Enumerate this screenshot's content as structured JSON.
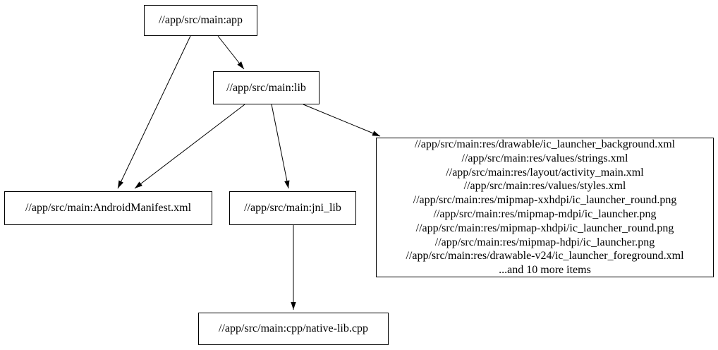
{
  "diagram": {
    "kind": "build-dependency-graph",
    "colors": {
      "background": "#ffffff",
      "node_border": "#000000",
      "edge": "#000000",
      "text": "#000000"
    },
    "nodes": {
      "app": {
        "label": "//app/src/main:app"
      },
      "lib": {
        "label": "//app/src/main:lib"
      },
      "manifest": {
        "label": "//app/src/main:AndroidManifest.xml"
      },
      "jni_lib": {
        "label": "//app/src/main:jni_lib"
      },
      "native_lib": {
        "label": "//app/src/main:cpp/native-lib.cpp"
      },
      "res_group": {
        "lines": [
          "//app/src/main:res/drawable/ic_launcher_background.xml",
          "//app/src/main:res/values/strings.xml",
          "//app/src/main:res/layout/activity_main.xml",
          "//app/src/main:res/values/styles.xml",
          "//app/src/main:res/mipmap-xxhdpi/ic_launcher_round.png",
          "//app/src/main:res/mipmap-mdpi/ic_launcher.png",
          "//app/src/main:res/mipmap-xhdpi/ic_launcher_round.png",
          "//app/src/main:res/mipmap-hdpi/ic_launcher.png",
          "//app/src/main:res/drawable-v24/ic_launcher_foreground.xml",
          "...and 10 more items"
        ]
      }
    },
    "edges": [
      {
        "from": "app",
        "to": "lib"
      },
      {
        "from": "app",
        "to": "manifest"
      },
      {
        "from": "lib",
        "to": "manifest"
      },
      {
        "from": "lib",
        "to": "jni_lib"
      },
      {
        "from": "lib",
        "to": "res_group"
      },
      {
        "from": "jni_lib",
        "to": "native_lib"
      }
    ]
  }
}
